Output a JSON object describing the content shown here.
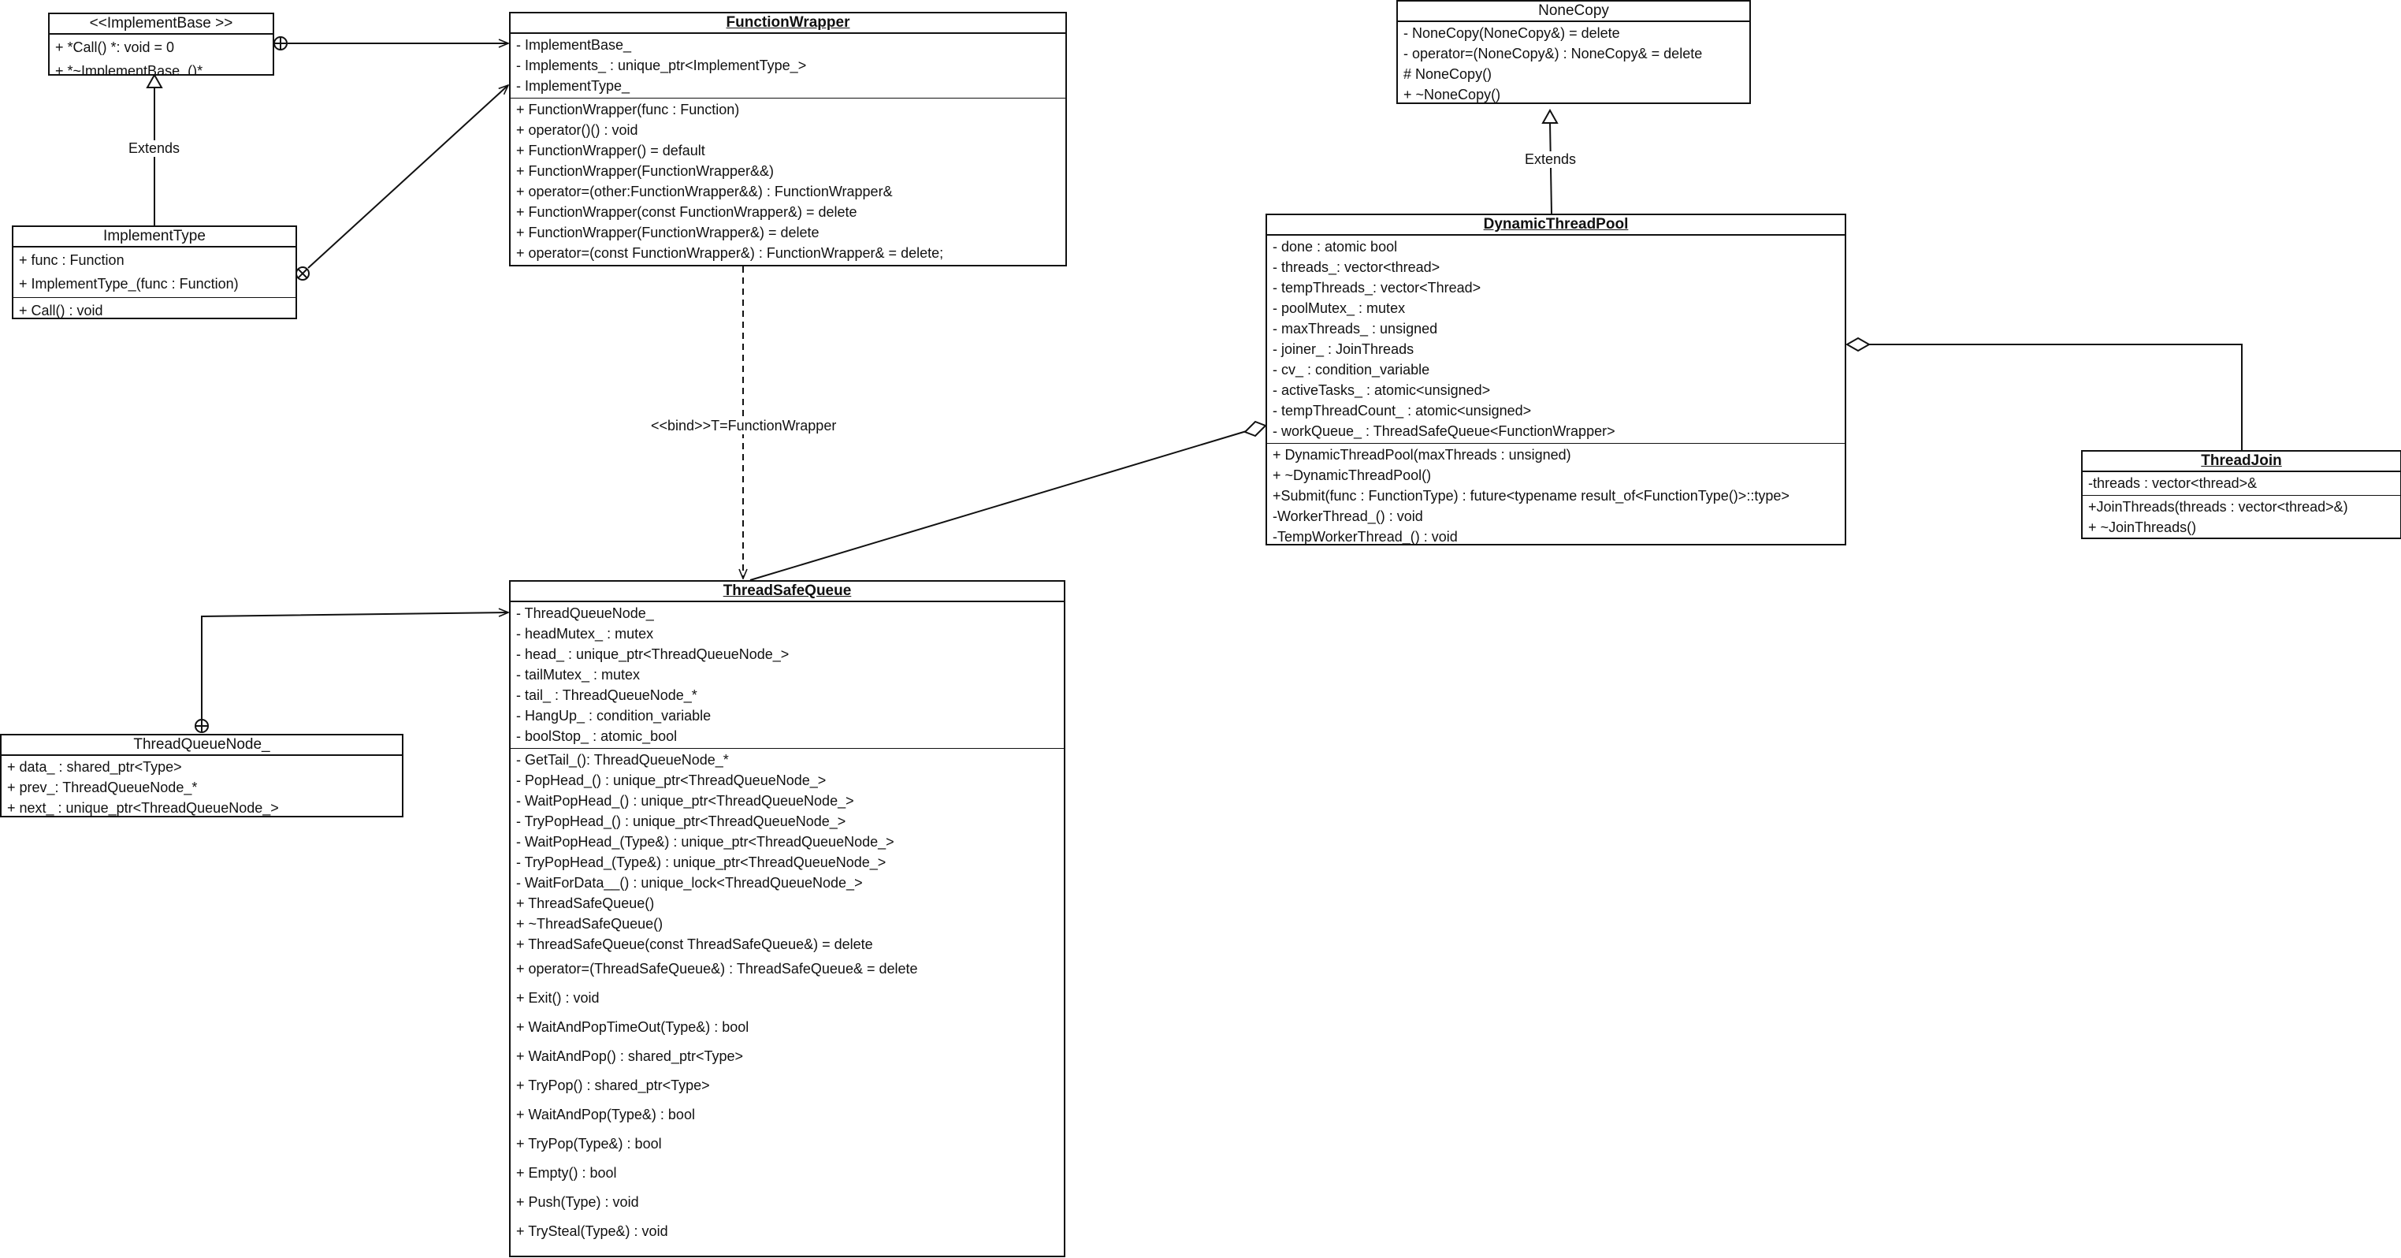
{
  "classes": {
    "implement_base": {
      "title": "<<ImplementBase  >>",
      "sections": [
        [
          "+ *Call() *: void = 0",
          "+ *~ImplementBase_()*"
        ]
      ]
    },
    "implement_type": {
      "title": "ImplementType",
      "sections": [
        [
          "+ func : Function",
          "+ ImplementType_(func : Function)"
        ],
        [
          "+ Call() : void"
        ]
      ]
    },
    "function_wrapper": {
      "title": "FunctionWrapper",
      "sections": [
        [
          "- ImplementBase_",
          "- Implements_ : unique_ptr<ImplementType_>",
          "- ImplementType_"
        ],
        [
          "+ FunctionWrapper(func : Function)",
          "+ operator()() : void",
          "+ FunctionWrapper() = default",
          "+ FunctionWrapper(FunctionWrapper&&)",
          "+ operator=(other:FunctionWrapper&&) : FunctionWrapper&",
          "+ FunctionWrapper(const FunctionWrapper&) = delete",
          "+ FunctionWrapper(FunctionWrapper&) = delete",
          "+ operator=(const FunctionWrapper&) : FunctionWrapper& = delete;"
        ]
      ]
    },
    "none_copy": {
      "title": "NoneCopy",
      "sections": [
        [
          "- NoneCopy(NoneCopy&)  = delete",
          "- operator=(NoneCopy&) : NoneCopy& = delete",
          "# NoneCopy()",
          "+ ~NoneCopy()"
        ]
      ]
    },
    "dynamic_thread_pool": {
      "title": "DynamicThreadPool",
      "sections": [
        [
          "- done : atomic bool",
          "- threads_: vector<thread>",
          "- tempThreads_: vector<Thread>",
          "- poolMutex_ : mutex",
          "- maxThreads_ : unsigned",
          "- joiner_ : JoinThreads",
          "- cv_ : condition_variable",
          "- activeTasks_ : atomic<unsigned>",
          "- tempThreadCount_ : atomic<unsigned>",
          "- workQueue_ : ThreadSafeQueue<FunctionWrapper>"
        ],
        [
          "+ DynamicThreadPool(maxThreads : unsigned)",
          "+  ~DynamicThreadPool()",
          "+Submit(func : FunctionType) : future<typename result_of<FunctionType()>::type>",
          "-WorkerThread_() : void",
          "-TempWorkerThread_() : void"
        ]
      ]
    },
    "thread_join": {
      "title": "ThreadJoin",
      "sections": [
        [
          "-threads : vector<thread>&"
        ],
        [
          "+JoinThreads(threads : vector<thread>&)",
          "+ ~JoinThreads()"
        ]
      ]
    },
    "thread_safe_queue": {
      "title": "ThreadSafeQueue",
      "sections": [
        [
          "- ThreadQueueNode_",
          "- headMutex_ : mutex",
          "- head_ : unique_ptr<ThreadQueueNode_>",
          "- tailMutex_ : mutex",
          "- tail_ : ThreadQueueNode_*",
          "- HangUp_ : condition_variable",
          "- boolStop_ : atomic_bool"
        ],
        [
          "- GetTail_(): ThreadQueueNode_*",
          "- PopHead_() : unique_ptr<ThreadQueueNode_>",
          "- WaitPopHead_() : unique_ptr<ThreadQueueNode_>",
          "- TryPopHead_() : unique_ptr<ThreadQueueNode_>",
          "- WaitPopHead_(Type&) : unique_ptr<ThreadQueueNode_>",
          "- TryPopHead_(Type&) : unique_ptr<ThreadQueueNode_>",
          "- WaitForData__() : unique_lock<ThreadQueueNode_>",
          "+ ThreadSafeQueue()",
          "+ ~ThreadSafeQueue()",
          "+ ThreadSafeQueue(const ThreadSafeQueue&) = delete",
          "+  operator=(ThreadSafeQueue&) : ThreadSafeQueue& = delete",
          "+ Exit() : void",
          "+ WaitAndPopTimeOut(Type&) : bool",
          "+ WaitAndPop() : shared_ptr<Type>",
          "+ TryPop() : shared_ptr<Type>",
          "+ WaitAndPop(Type&) : bool",
          "+ TryPop(Type&) : bool",
          "+ Empty() : bool",
          "+ Push(Type) : void",
          "+ TrySteal(Type&) : void"
        ]
      ]
    },
    "thread_queue_node": {
      "title": "ThreadQueueNode_",
      "sections": [
        [
          "+ data_ :  shared_ptr<Type>",
          "+ prev_:  ThreadQueueNode_*",
          "+ next_ : unique_ptr<ThreadQueueNode_>"
        ]
      ]
    }
  },
  "labels": {
    "extends_left": "Extends",
    "extends_right": "Extends",
    "bind": "<<bind>>T=FunctionWrapper"
  }
}
